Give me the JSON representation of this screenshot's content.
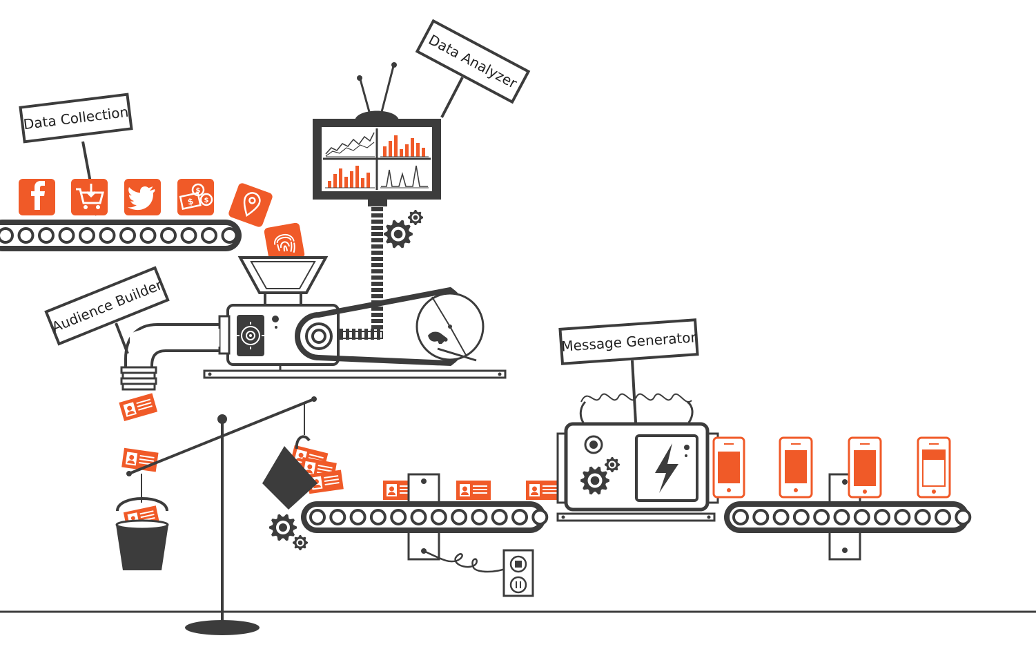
{
  "labels": {
    "data_collection": "Data Collection",
    "data_analyzer": "Data Analyzer",
    "audience_builder": "Audience Builder",
    "message_generator": "Message Generator"
  },
  "colors": {
    "accent": "#f05a28",
    "dark": "#3c3c3c",
    "background": "#ffffff"
  },
  "icons": {
    "collection_tiles": [
      "facebook-icon",
      "shopping-cart-icon",
      "twitter-icon",
      "money-icon"
    ],
    "falling_tiles": [
      "location-pin-icon",
      "fingerprint-icon"
    ],
    "analyzer_charts": [
      "line-chart-icon",
      "bar-chart-icon",
      "bar-chart-icon",
      "spike-chart-icon"
    ],
    "generator": "lightning-icon"
  }
}
